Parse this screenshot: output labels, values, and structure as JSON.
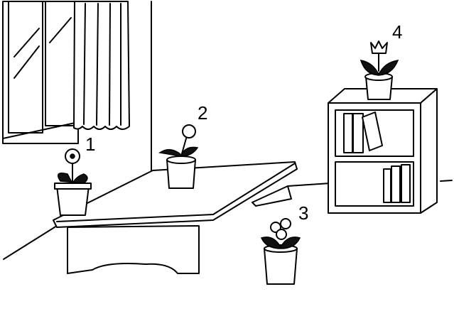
{
  "labels": {
    "plant1": "1",
    "plant2": "2",
    "plant3": "3",
    "plant4": "4"
  },
  "colors": {
    "ink": "#000000",
    "paper": "#ffffff"
  }
}
